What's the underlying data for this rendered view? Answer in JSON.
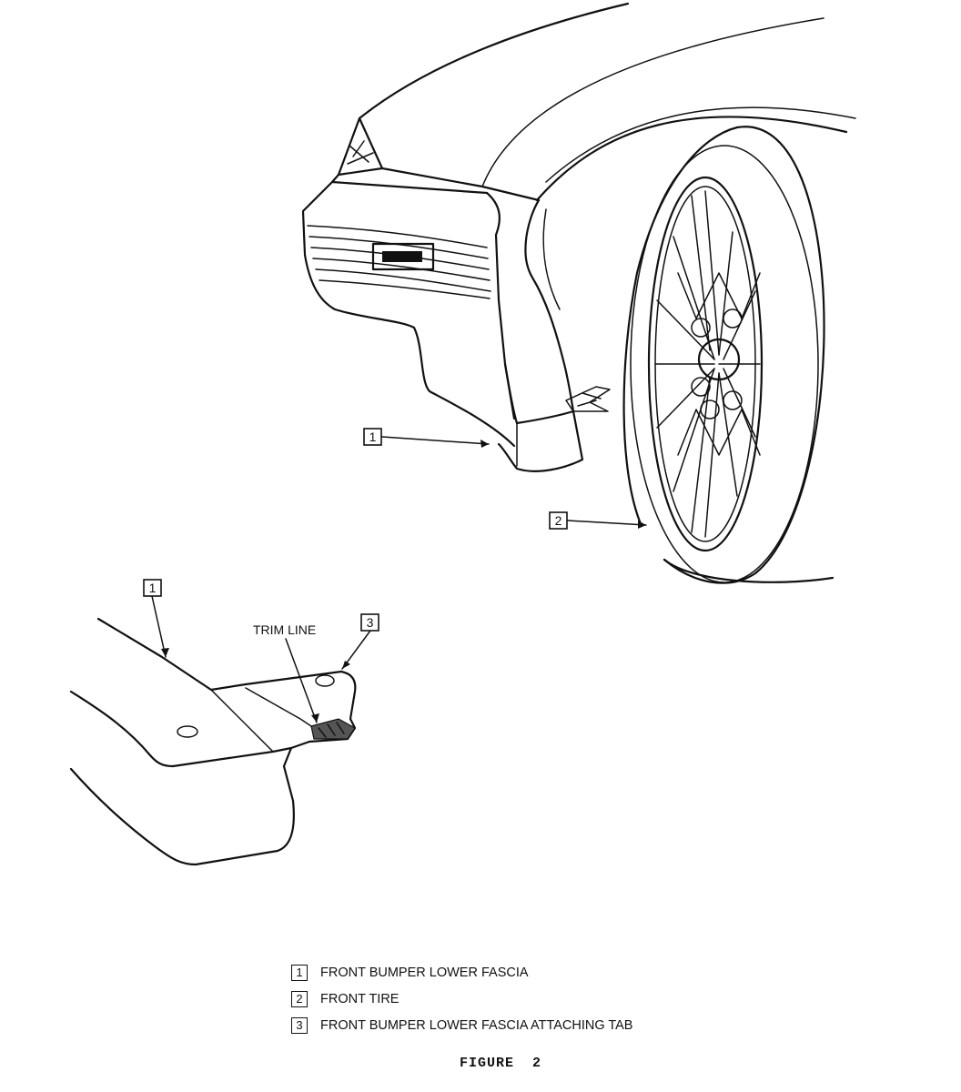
{
  "callouts": {
    "upper_fascia": "1",
    "tire": "2",
    "lower_fascia": "1",
    "tab": "3"
  },
  "trim_label": "TRIM LINE",
  "legend": [
    {
      "num": "1",
      "text": "FRONT BUMPER LOWER FASCIA"
    },
    {
      "num": "2",
      "text": "FRONT TIRE"
    },
    {
      "num": "3",
      "text": "FRONT BUMPER LOWER FASCIA ATTACHING TAB"
    }
  ],
  "caption": "FIGURE  2"
}
